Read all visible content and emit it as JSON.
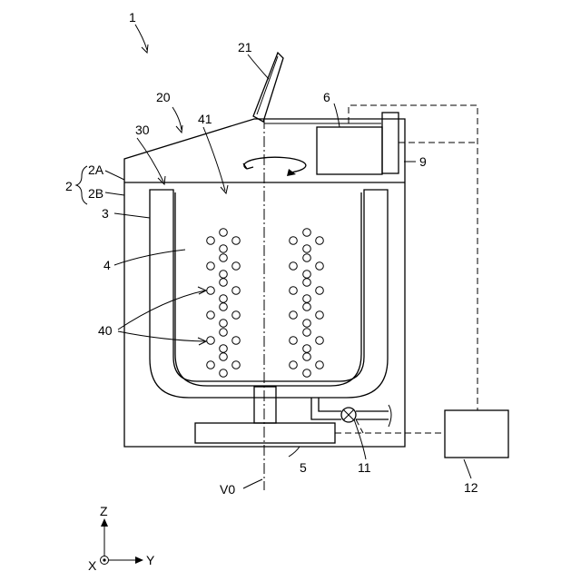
{
  "labels": {
    "washer": "1",
    "cabinet": "2",
    "cabinet_upper": "2A",
    "cabinet_lower": "2B",
    "outer_tub": "3",
    "inner_tub": "4",
    "motor": "5",
    "controller_box": "6",
    "lid_unit": "9",
    "valve": "11",
    "control_unit": "12",
    "top_panel": "20",
    "lid": "21",
    "opening": "30",
    "perforations": "40",
    "tub_opening": "41",
    "axis": "V0",
    "axis_z": "Z",
    "axis_x": "X",
    "axis_y": "Y"
  }
}
